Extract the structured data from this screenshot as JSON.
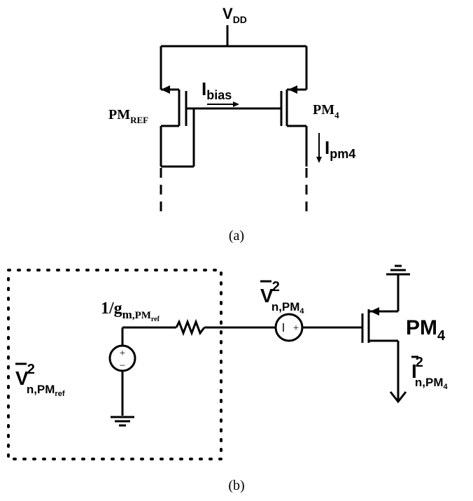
{
  "part_a": {
    "supply": {
      "main": "V",
      "sub": "DD"
    },
    "bias_current": {
      "main": "I",
      "sub": "bias"
    },
    "ref_transistor": {
      "main": "PM",
      "sub": "REF"
    },
    "out_transistor": {
      "main": "PM",
      "sub": "4"
    },
    "out_current": {
      "main": "I",
      "sub": "pm4"
    },
    "caption": "(a)"
  },
  "part_b": {
    "resistor_label": {
      "main": "1/g",
      "sub_m": "m",
      "sub_rest": ",PM",
      "subsub": "ref"
    },
    "ref_noise": {
      "main": "V",
      "sup": "2",
      "sub": "n,PM",
      "subsub": "ref"
    },
    "pm4_noise": {
      "main": "V",
      "sup": "2",
      "sub": "n,PM",
      "subsub": "4"
    },
    "transistor": {
      "main": "PM",
      "sub": "4"
    },
    "out_noise": {
      "main": "I",
      "sup": "2",
      "sub": "n,PM",
      "subsub": "4"
    },
    "plus_sign": "+",
    "minus_sign": "−",
    "caption": "(b)"
  }
}
